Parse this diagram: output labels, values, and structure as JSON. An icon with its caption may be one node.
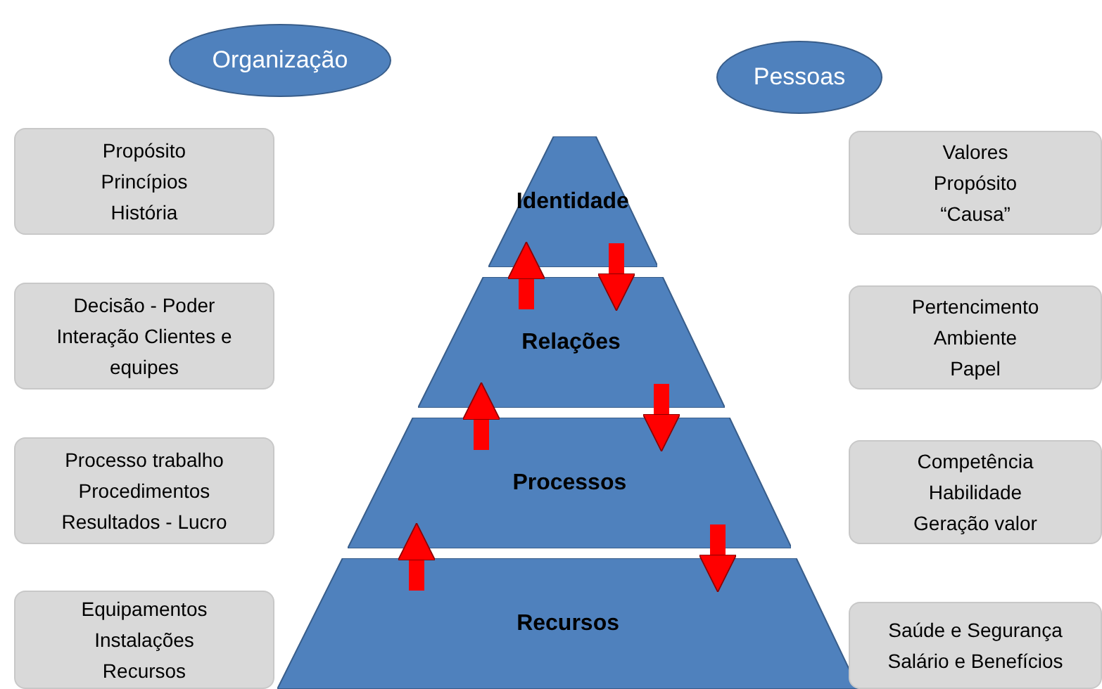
{
  "diagram": {
    "nodes": [
      {
        "text": [
          "Organização"
        ]
      },
      {
        "text": [
          "Pessoas"
        ]
      },
      {
        "text": [
          "Identidade"
        ]
      },
      {
        "text": [
          "Relações"
        ]
      },
      {
        "text": [
          "Processos"
        ]
      },
      {
        "text": [
          "Recursos"
        ]
      },
      {
        "text": [
          "Propósito",
          "Princípios",
          "História"
        ]
      },
      {
        "text": [
          "Decisão - Poder",
          "Interação Clientes e equipes"
        ]
      },
      {
        "text": [
          "Processo trabalho",
          "Procedimentos",
          "Resultados - Lucro"
        ]
      },
      {
        "text": [
          "Equipamentos",
          "Instalações",
          "Recursos"
        ]
      },
      {
        "text": [
          "Valores",
          "Propósito",
          "“Causa”"
        ]
      },
      {
        "text": [
          "Pertencimento",
          "Ambiente",
          "Papel"
        ]
      },
      {
        "text": [
          "Competência",
          "Habilidade",
          "Geração valor"
        ]
      },
      {
        "text": [
          "Saúde e Segurança",
          "Salário e Benefícios"
        ]
      }
    ],
    "edges": [
      {
        "from": 3,
        "to": 2,
        "arrow": "to"
      },
      {
        "from": 2,
        "to": 3,
        "arrow": "to"
      },
      {
        "from": 4,
        "to": 3,
        "arrow": "to"
      },
      {
        "from": 3,
        "to": 4,
        "arrow": "to"
      },
      {
        "from": 5,
        "to": 4,
        "arrow": "to"
      },
      {
        "from": 4,
        "to": 5,
        "arrow": "to"
      }
    ]
  }
}
